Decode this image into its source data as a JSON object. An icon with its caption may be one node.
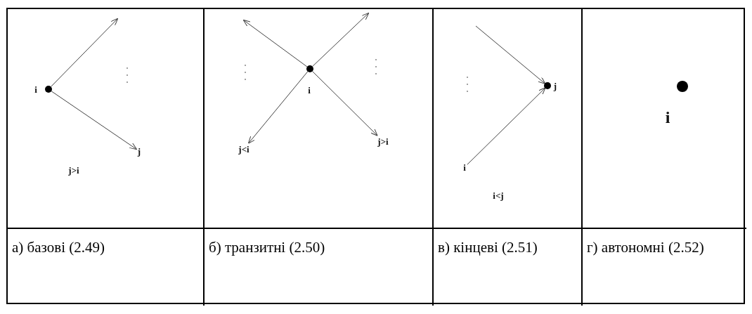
{
  "diagram": {
    "nodes": [
      {
        "text": [],
        "shape": "circle",
        "beside": [
          "i"
        ]
      },
      {
        "text": [
          "j"
        ]
      },
      {
        "text": [],
        "shape": "circle",
        "beside": [
          "i"
        ]
      },
      {
        "text": [
          "j<i"
        ]
      },
      {
        "text": [
          "j>i"
        ]
      },
      {
        "text": [
          "i"
        ]
      },
      {
        "text": [],
        "shape": "circle",
        "beside": [
          "j"
        ]
      },
      {
        "text": [],
        "shape": "circle",
        "beside": [
          "i"
        ]
      }
    ],
    "edges": [
      {
        "from": 0,
        "to": null,
        "arrow": "to"
      },
      {
        "from": 0,
        "to": 1,
        "arrow": "to"
      },
      {
        "from": 2,
        "to": null,
        "arrow": "to"
      },
      {
        "from": 2,
        "to": null,
        "arrow": "to"
      },
      {
        "from": 2,
        "to": 3,
        "arrow": "to"
      },
      {
        "from": 2,
        "to": 4,
        "arrow": "to"
      },
      {
        "from": null,
        "to": 6,
        "arrow": "to"
      },
      {
        "from": 5,
        "to": 6,
        "arrow": "to"
      }
    ],
    "labels": [
      "j>i",
      "i<j",
      "а) базові (2.49)",
      "б) транзитні (2.50)",
      "в) кінцеві (2.51)",
      "г) автономні (2.52)"
    ]
  }
}
